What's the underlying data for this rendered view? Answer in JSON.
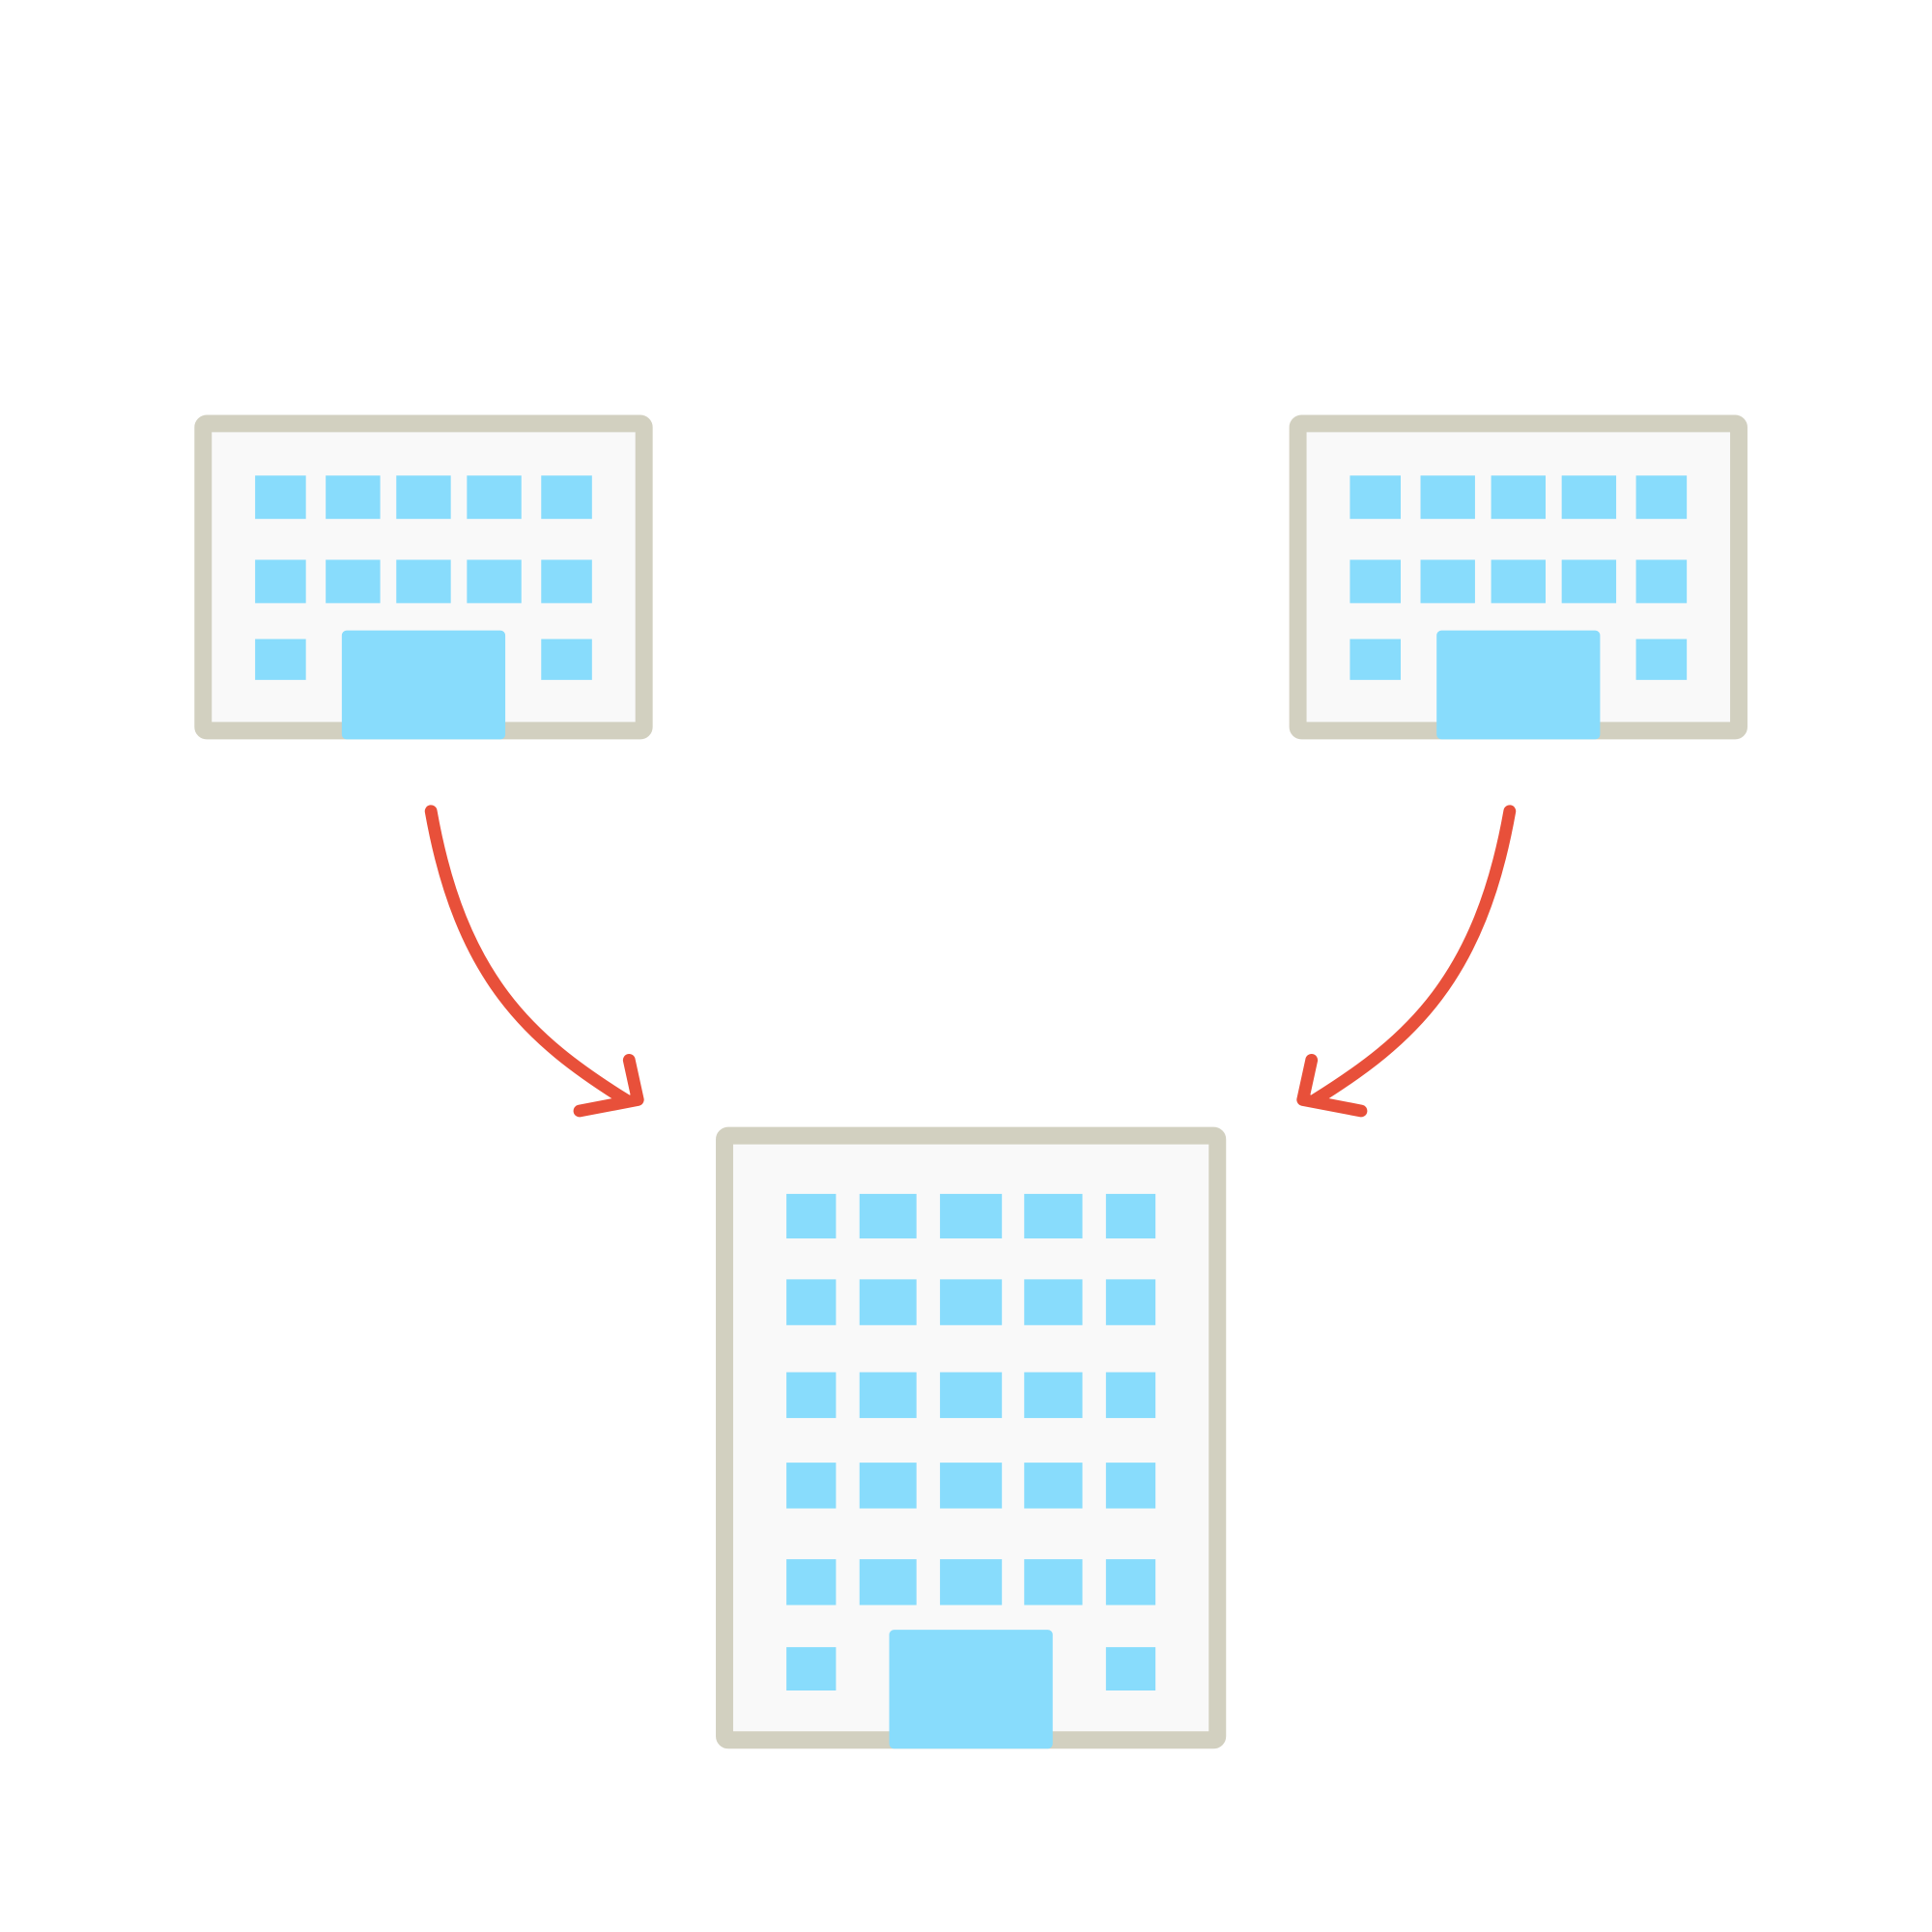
{
  "colors": {
    "background": "#ffffff",
    "building_frame": "#d2d0c0",
    "building_fill": "#f9f9f9",
    "window": "#88dcfc",
    "arrow": "#e8503a"
  },
  "diagram": {
    "source_buildings": [
      {
        "id": "left",
        "window_rows": 3
      },
      {
        "id": "right",
        "window_rows": 3
      }
    ],
    "merged_building": {
      "id": "merged",
      "window_rows": 6
    },
    "arrows": [
      {
        "from": "left",
        "to": "merged",
        "icon": "curved-arrow-icon"
      },
      {
        "from": "right",
        "to": "merged",
        "icon": "curved-arrow-icon"
      }
    ]
  }
}
